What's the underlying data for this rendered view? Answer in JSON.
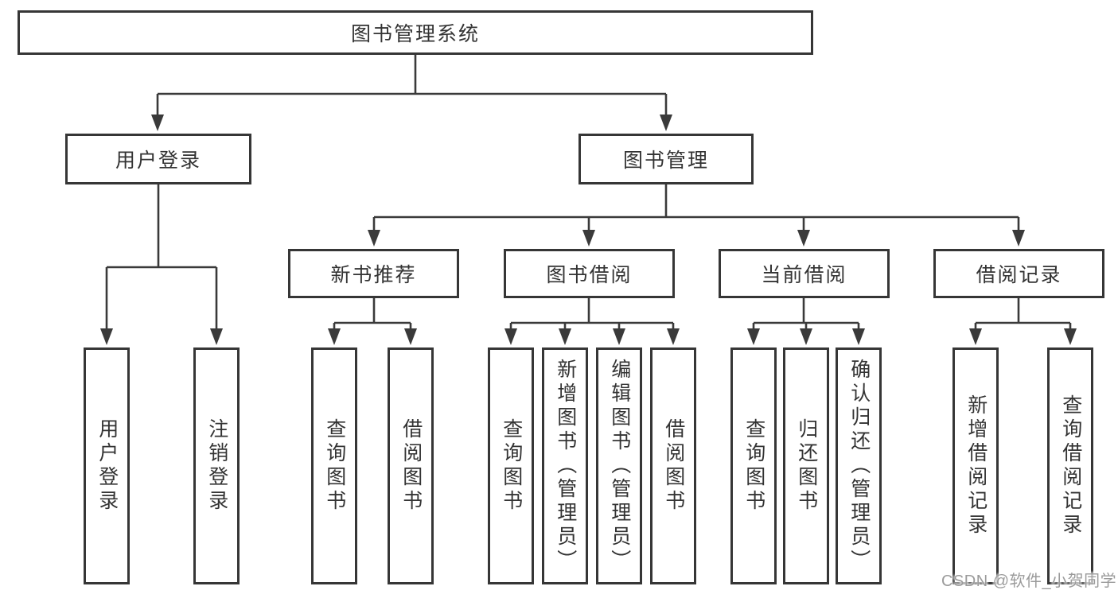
{
  "colors": {
    "background": "#ffffff",
    "line": "#3a3a3a",
    "box_border": "#363636",
    "text": "#333333",
    "watermark_text": "#9b9b9b"
  },
  "watermark": {
    "text": "CSDN @软件_小贺同学"
  },
  "tree": {
    "root": {
      "label": "图书管理系统"
    },
    "user": {
      "label": "用户登录",
      "children": [
        "用户登录",
        "注销登录"
      ]
    },
    "mgmt": {
      "label": "图书管理",
      "groups": [
        {
          "label": "新书推荐",
          "children": [
            "查询图书",
            "借阅图书"
          ]
        },
        {
          "label": "图书借阅",
          "children": [
            "查询图书",
            "新增图书（管理员）",
            "编辑图书（管理员）",
            "借阅图书"
          ]
        },
        {
          "label": "当前借阅",
          "children": [
            "查询图书",
            "归还图书",
            "确认归还（管理员）"
          ]
        },
        {
          "label": "借阅记录",
          "children": [
            "新增借阅记录",
            "查询借阅记录"
          ]
        }
      ]
    }
  }
}
